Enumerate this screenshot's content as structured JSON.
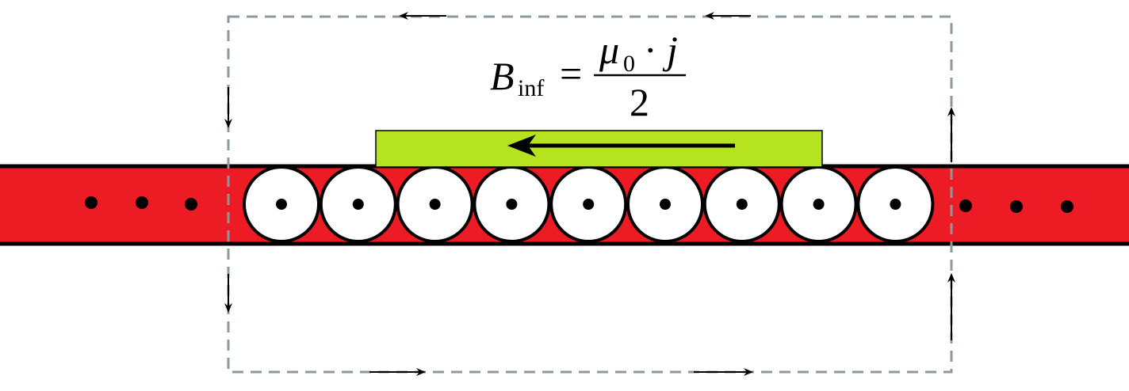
{
  "diagram": {
    "equation": {
      "lhs_symbol": "B",
      "lhs_subscript": "inf",
      "equals": "=",
      "numerator_symbol": "μ",
      "numerator_subscript": "0",
      "operator": "·",
      "numerator_variable": "j",
      "denominator": "2"
    },
    "colors": {
      "sheet_fill": "#ed1c24",
      "sheet_border": "#000000",
      "wire_fill": "#ffffff",
      "wire_dot": "#000000",
      "field_bar_fill": "#b5e31f",
      "field_arrow": "#000000",
      "loop_line": "#8a9aa0",
      "loop_arrows": "#000000"
    },
    "wire_count": 9,
    "field_direction": "left",
    "loop_direction": "counterclockwise",
    "continuation_marks": "• • •"
  }
}
